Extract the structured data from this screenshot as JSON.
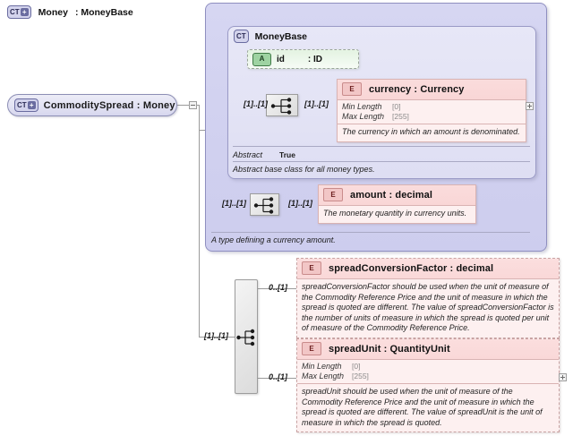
{
  "diagram": {
    "title": "CommoditySpread : Money",
    "type": "xsd-schema-diagram"
  },
  "root": {
    "badge": "CT",
    "badge_expand": "+",
    "name": "CommoditySpread",
    "separator": ":",
    "type": "Money",
    "label": "CommoditySpread : Money",
    "collapse_toggle": "-"
  },
  "money": {
    "badge": "CT",
    "badge_expand": "+",
    "name": "Money",
    "separator": ":",
    "base": "MoneyBase",
    "title": "Money",
    "title_type": ": MoneyBase",
    "documentation": "A type defining a currency amount."
  },
  "money_base": {
    "badge": "CT",
    "name": "MoneyBase",
    "abstract_key": "Abstract",
    "abstract_value": "True",
    "documentation": "Abstract base class for all money types."
  },
  "attributes": [
    {
      "badge": "A",
      "name": "id",
      "type": ": ID"
    }
  ],
  "elements": {
    "currency": {
      "badge": "E",
      "title": "currency : Currency",
      "facets": [
        {
          "key": "Min Length",
          "value": "[0]"
        },
        {
          "key": "Max Length",
          "value": "[255]"
        }
      ],
      "documentation": "The currency in which an amount is denominated.",
      "expand_toggle": "+"
    },
    "amount": {
      "badge": "E",
      "title": "amount : decimal",
      "documentation": "The monetary quantity in currency units."
    },
    "spreadConversionFactor": {
      "badge": "E",
      "title": "spreadConversionFactor : decimal",
      "documentation": "spreadConversionFactor should be used when the unit of measure of the Commodity Reference Price and the unit of measure in which the spread is quoted are different. The value of spreadConversionFactor is the number of units of measure in which the spread is quoted per unit of measure of the Commodity Reference Price."
    },
    "spreadUnit": {
      "badge": "E",
      "title": "spreadUnit : QuantityUnit",
      "facets": [
        {
          "key": "Min Length",
          "value": "[0]"
        },
        {
          "key": "Max Length",
          "value": "[255]"
        }
      ],
      "documentation": "spreadUnit should be used when the unit of measure of the Commodity Reference Price and the unit of measure in which the spread is quoted are different. The value of spreadUnit is the unit of measure in which the spread is quoted.",
      "expand_toggle": "+"
    }
  },
  "cardinality": {
    "currency_left": "[1]..[1]",
    "currency_right": "[1]..[1]",
    "amount_left": "[1]..[1]",
    "amount_right": "[1]..[1]",
    "bottom_sequence_left": "[1]..[1]",
    "spread_conversion_factor": "0..[1]",
    "spread_unit": "0..[1]"
  },
  "icons": {
    "sequence": "sequence-compositor-icon",
    "complex_type": "CT",
    "attribute": "A",
    "element": "E"
  },
  "colors": {
    "container_purple": "#d0d0ef",
    "inner_purple": "#e3e3f5",
    "element_pink": "#fdf0f0",
    "element_pink_header": "#fadcdc",
    "attribute_green": "#e4f3e2",
    "line_gray": "#9a9a9a"
  }
}
